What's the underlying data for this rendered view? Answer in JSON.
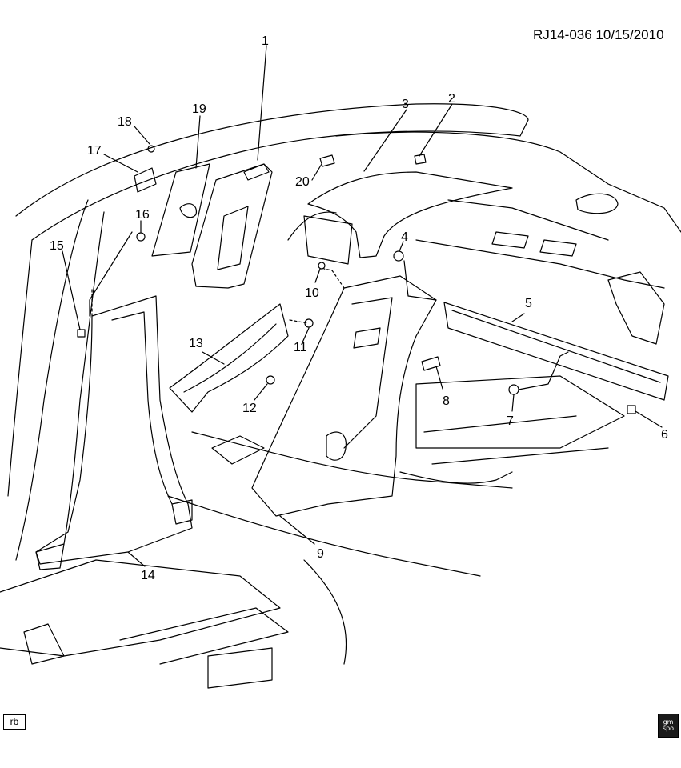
{
  "diagram": {
    "code": "RJ14-036 10/15/2010",
    "corner_tag": "rb",
    "logo_text": "gm spo",
    "callouts": [
      {
        "id": "c1",
        "label": "1"
      },
      {
        "id": "c2",
        "label": "2"
      },
      {
        "id": "c3",
        "label": "3"
      },
      {
        "id": "c4",
        "label": "4"
      },
      {
        "id": "c5",
        "label": "5"
      },
      {
        "id": "c6",
        "label": "6"
      },
      {
        "id": "c7",
        "label": "7"
      },
      {
        "id": "c8",
        "label": "8"
      },
      {
        "id": "c9",
        "label": "9"
      },
      {
        "id": "c10",
        "label": "10"
      },
      {
        "id": "c11",
        "label": "11"
      },
      {
        "id": "c12",
        "label": "12"
      },
      {
        "id": "c13",
        "label": "13"
      },
      {
        "id": "c14",
        "label": "14"
      },
      {
        "id": "c15",
        "label": "15"
      },
      {
        "id": "c16",
        "label": "16"
      },
      {
        "id": "c17",
        "label": "17"
      },
      {
        "id": "c18",
        "label": "18"
      },
      {
        "id": "c19",
        "label": "19"
      },
      {
        "id": "c20",
        "label": "20"
      }
    ]
  }
}
